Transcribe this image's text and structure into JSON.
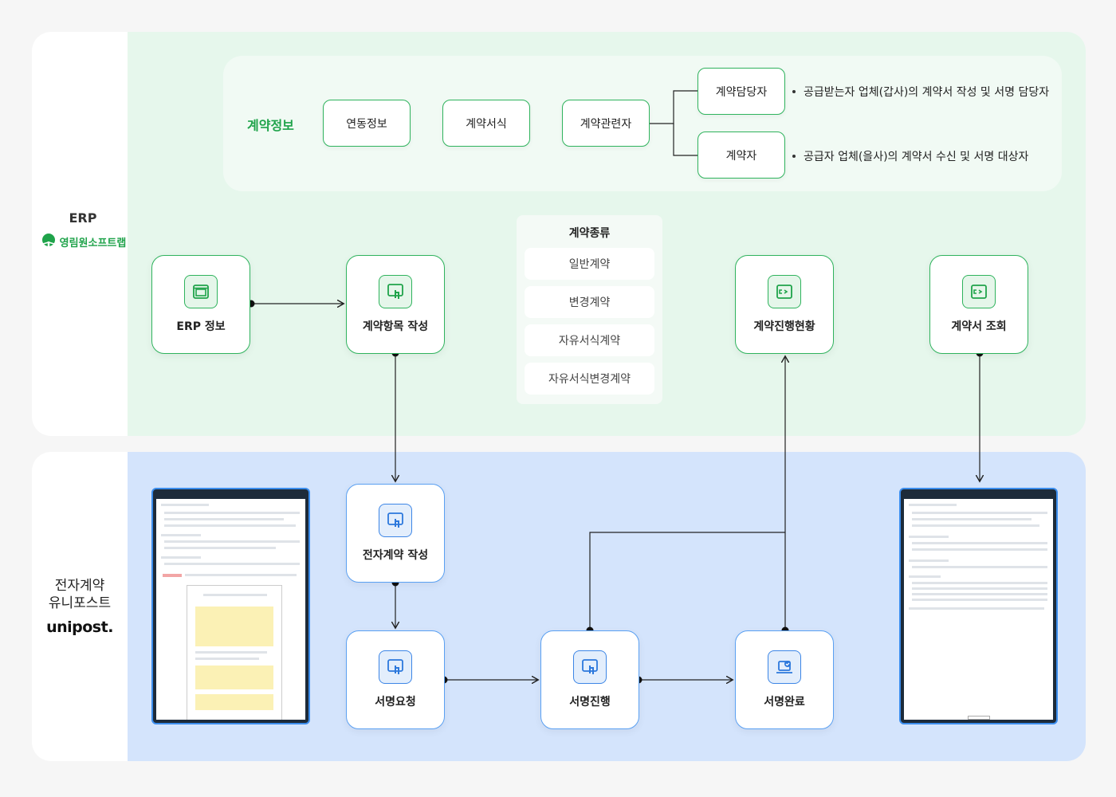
{
  "erp": {
    "title": "ERP",
    "brand": "영림원소프트랩",
    "contract_info": {
      "heading": "계약정보",
      "items": [
        "연동정보",
        "계약서식",
        "계약관련자"
      ],
      "roles": [
        {
          "label": "계약담당자",
          "desc": "공급받는자 업체(갑사)의 계약서 작성 및 서명 담당자"
        },
        {
          "label": "계약자",
          "desc": "공급자 업체(을사)의 계약서 수신 및 서명 대상자"
        }
      ]
    },
    "nodes": {
      "erp_info": "ERP 정보",
      "item_write": "계약항목 작성",
      "progress": "계약진행현황",
      "lookup": "계약서 조회"
    },
    "types": {
      "heading": "계약종류",
      "items": [
        "일반계약",
        "변경계약",
        "자유서식계약",
        "자유서식변경계약"
      ]
    }
  },
  "unipost": {
    "title_line1": "전자계약",
    "title_line2": "유니포스트",
    "logo": "unipost.",
    "nodes": {
      "econtract_write": "전자계약 작성",
      "sign_request": "서명요청",
      "sign_progress": "서명진행",
      "sign_complete": "서명완료"
    }
  },
  "colors": {
    "erp_band": "#e6f7ec",
    "unipost_band": "#d4e4fc",
    "green_accent": "#2fb35d",
    "blue_accent": "#3d86e6"
  }
}
